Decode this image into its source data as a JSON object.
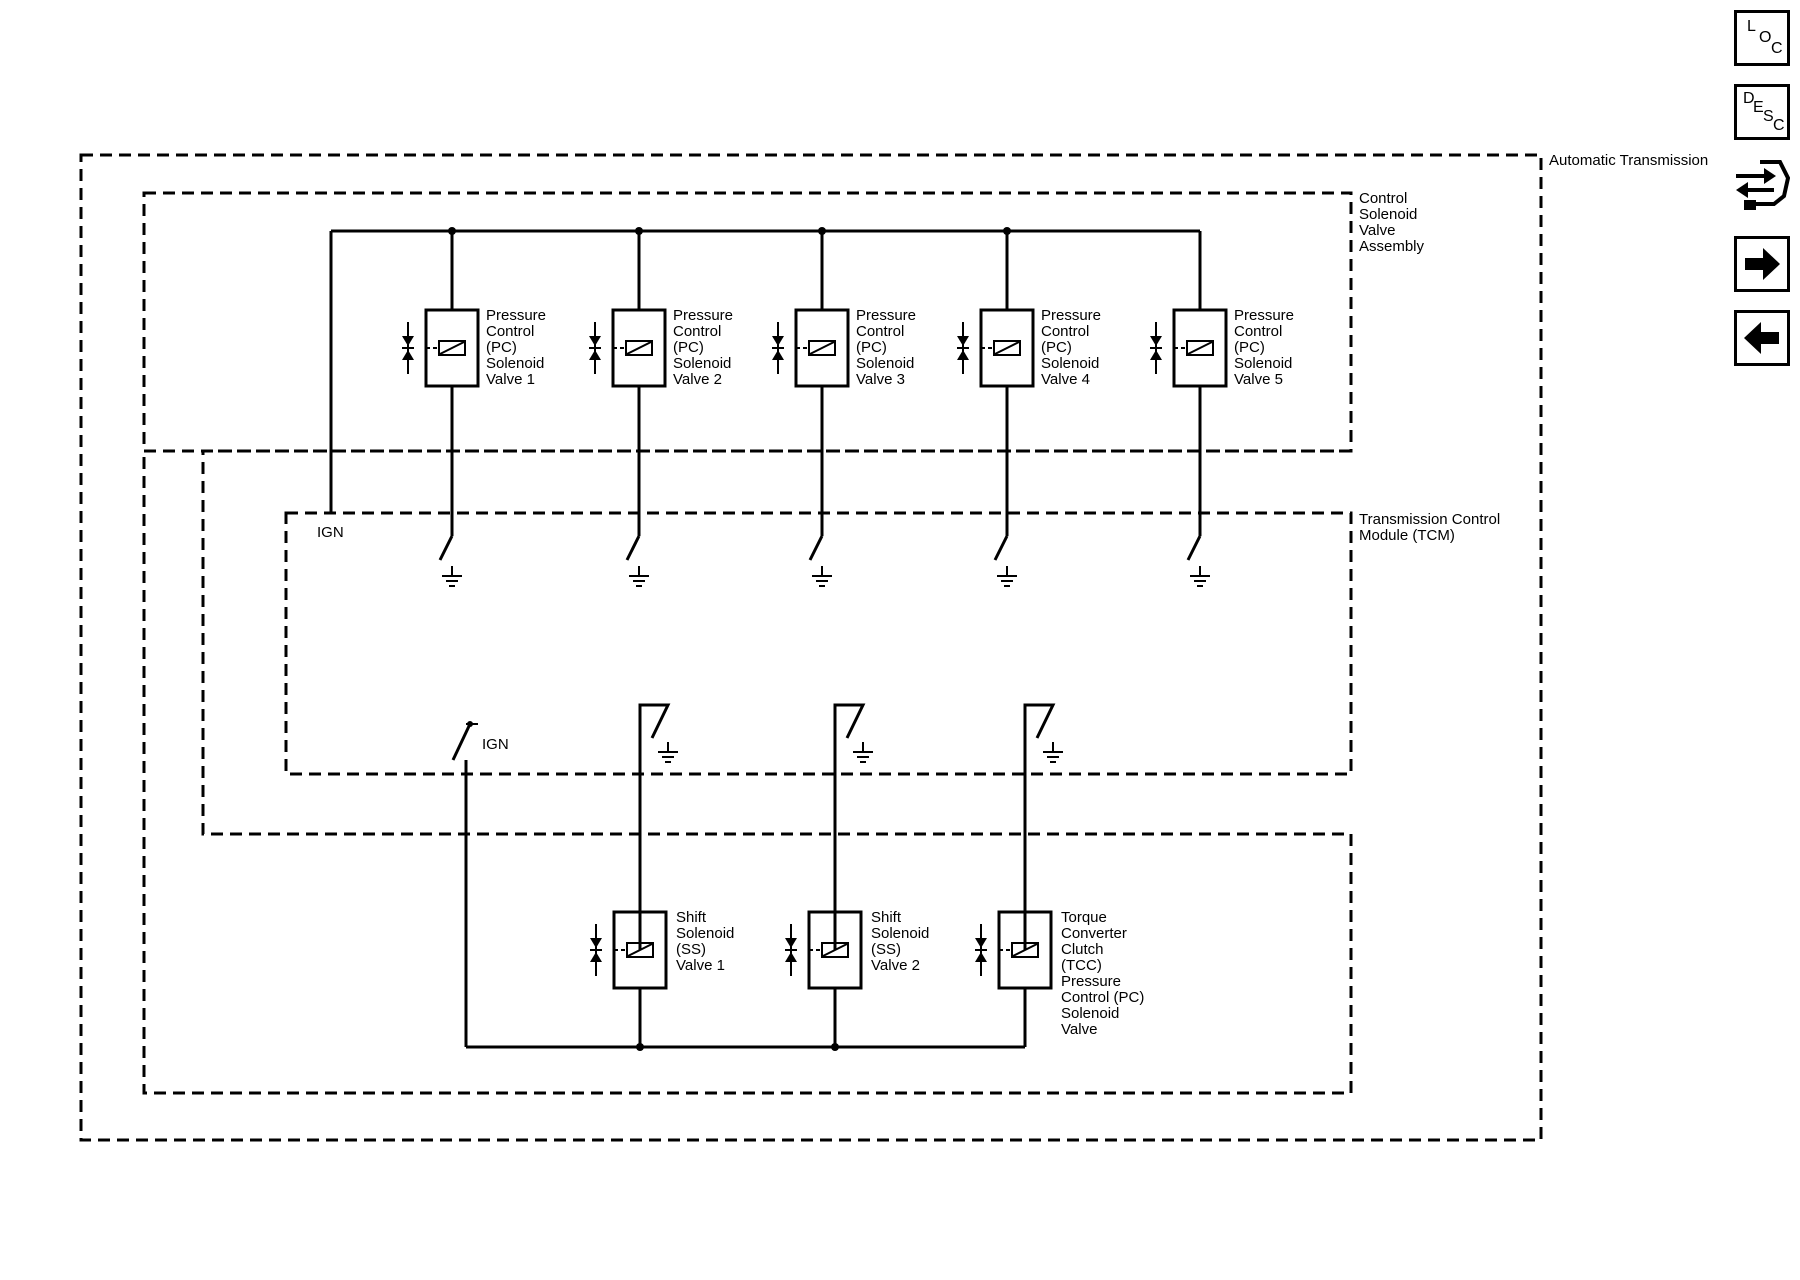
{
  "diagram": {
    "automatic_transmission": "Automatic Transmission",
    "control_solenoid_valve_assembly": "Control Solenoid Valve Assembly",
    "transmission_control_module": "Transmission Control Module (TCM)",
    "ign_top": "IGN",
    "ign_bottom": "IGN",
    "pc_solenoids": [
      "Pressure Control (PC) Solenoid Valve 1",
      "Pressure Control (PC) Solenoid Valve 2",
      "Pressure Control (PC) Solenoid Valve 3",
      "Pressure Control (PC) Solenoid Valve 4",
      "Pressure Control (PC) Solenoid Valve 5"
    ],
    "lower_solenoids": [
      "Shift Solenoid (SS) Valve 1",
      "Shift Solenoid (SS) Valve 2",
      "Torque Converter Clutch (TCC) Pressure Control (PC) Solenoid Valve"
    ]
  },
  "nav": {
    "loc": {
      "letters": [
        "L",
        "O",
        "C"
      ]
    },
    "desc": {
      "letters": [
        "D",
        "E",
        "S",
        "C"
      ]
    },
    "icons": [
      "connector-icon",
      "next-arrow-icon",
      "previous-arrow-icon"
    ]
  }
}
